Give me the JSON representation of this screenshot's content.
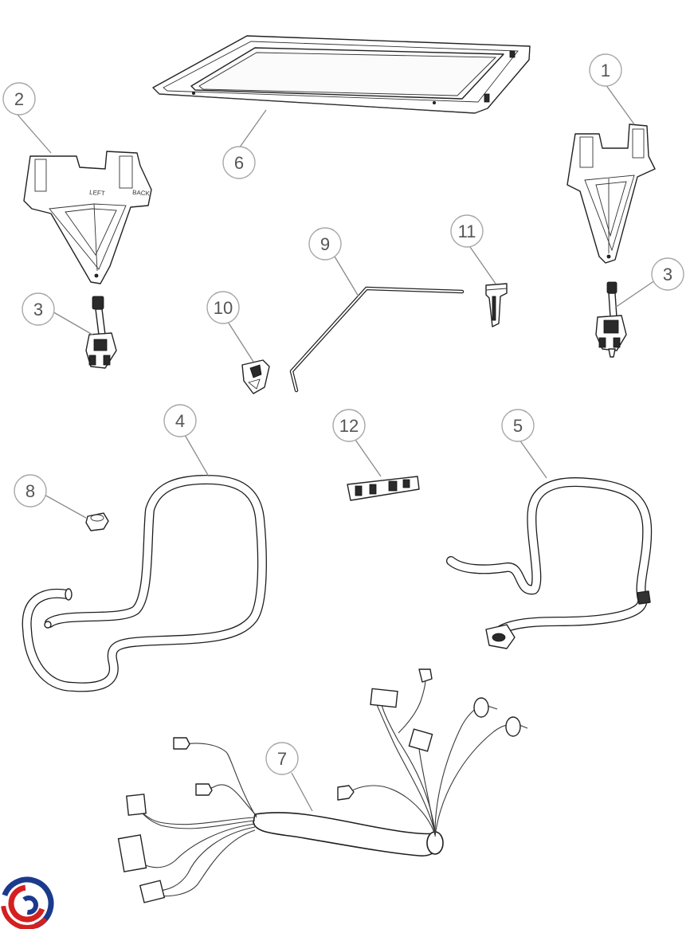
{
  "callouts": [
    {
      "id": "1",
      "label": "1"
    },
    {
      "id": "2",
      "label": "2"
    },
    {
      "id": "3a",
      "label": "3"
    },
    {
      "id": "3b",
      "label": "3"
    },
    {
      "id": "4",
      "label": "4"
    },
    {
      "id": "5",
      "label": "5"
    },
    {
      "id": "6",
      "label": "6"
    },
    {
      "id": "7",
      "label": "7"
    },
    {
      "id": "8",
      "label": "8"
    },
    {
      "id": "9",
      "label": "9"
    },
    {
      "id": "10",
      "label": "10"
    },
    {
      "id": "11",
      "label": "11"
    },
    {
      "id": "12",
      "label": "12"
    }
  ],
  "part_markings": {
    "bracket_left_text": "LEFT",
    "bracket_back_text": "BACK"
  },
  "logo": {
    "colors": [
      "#1b3a8c",
      "#d42020"
    ]
  }
}
